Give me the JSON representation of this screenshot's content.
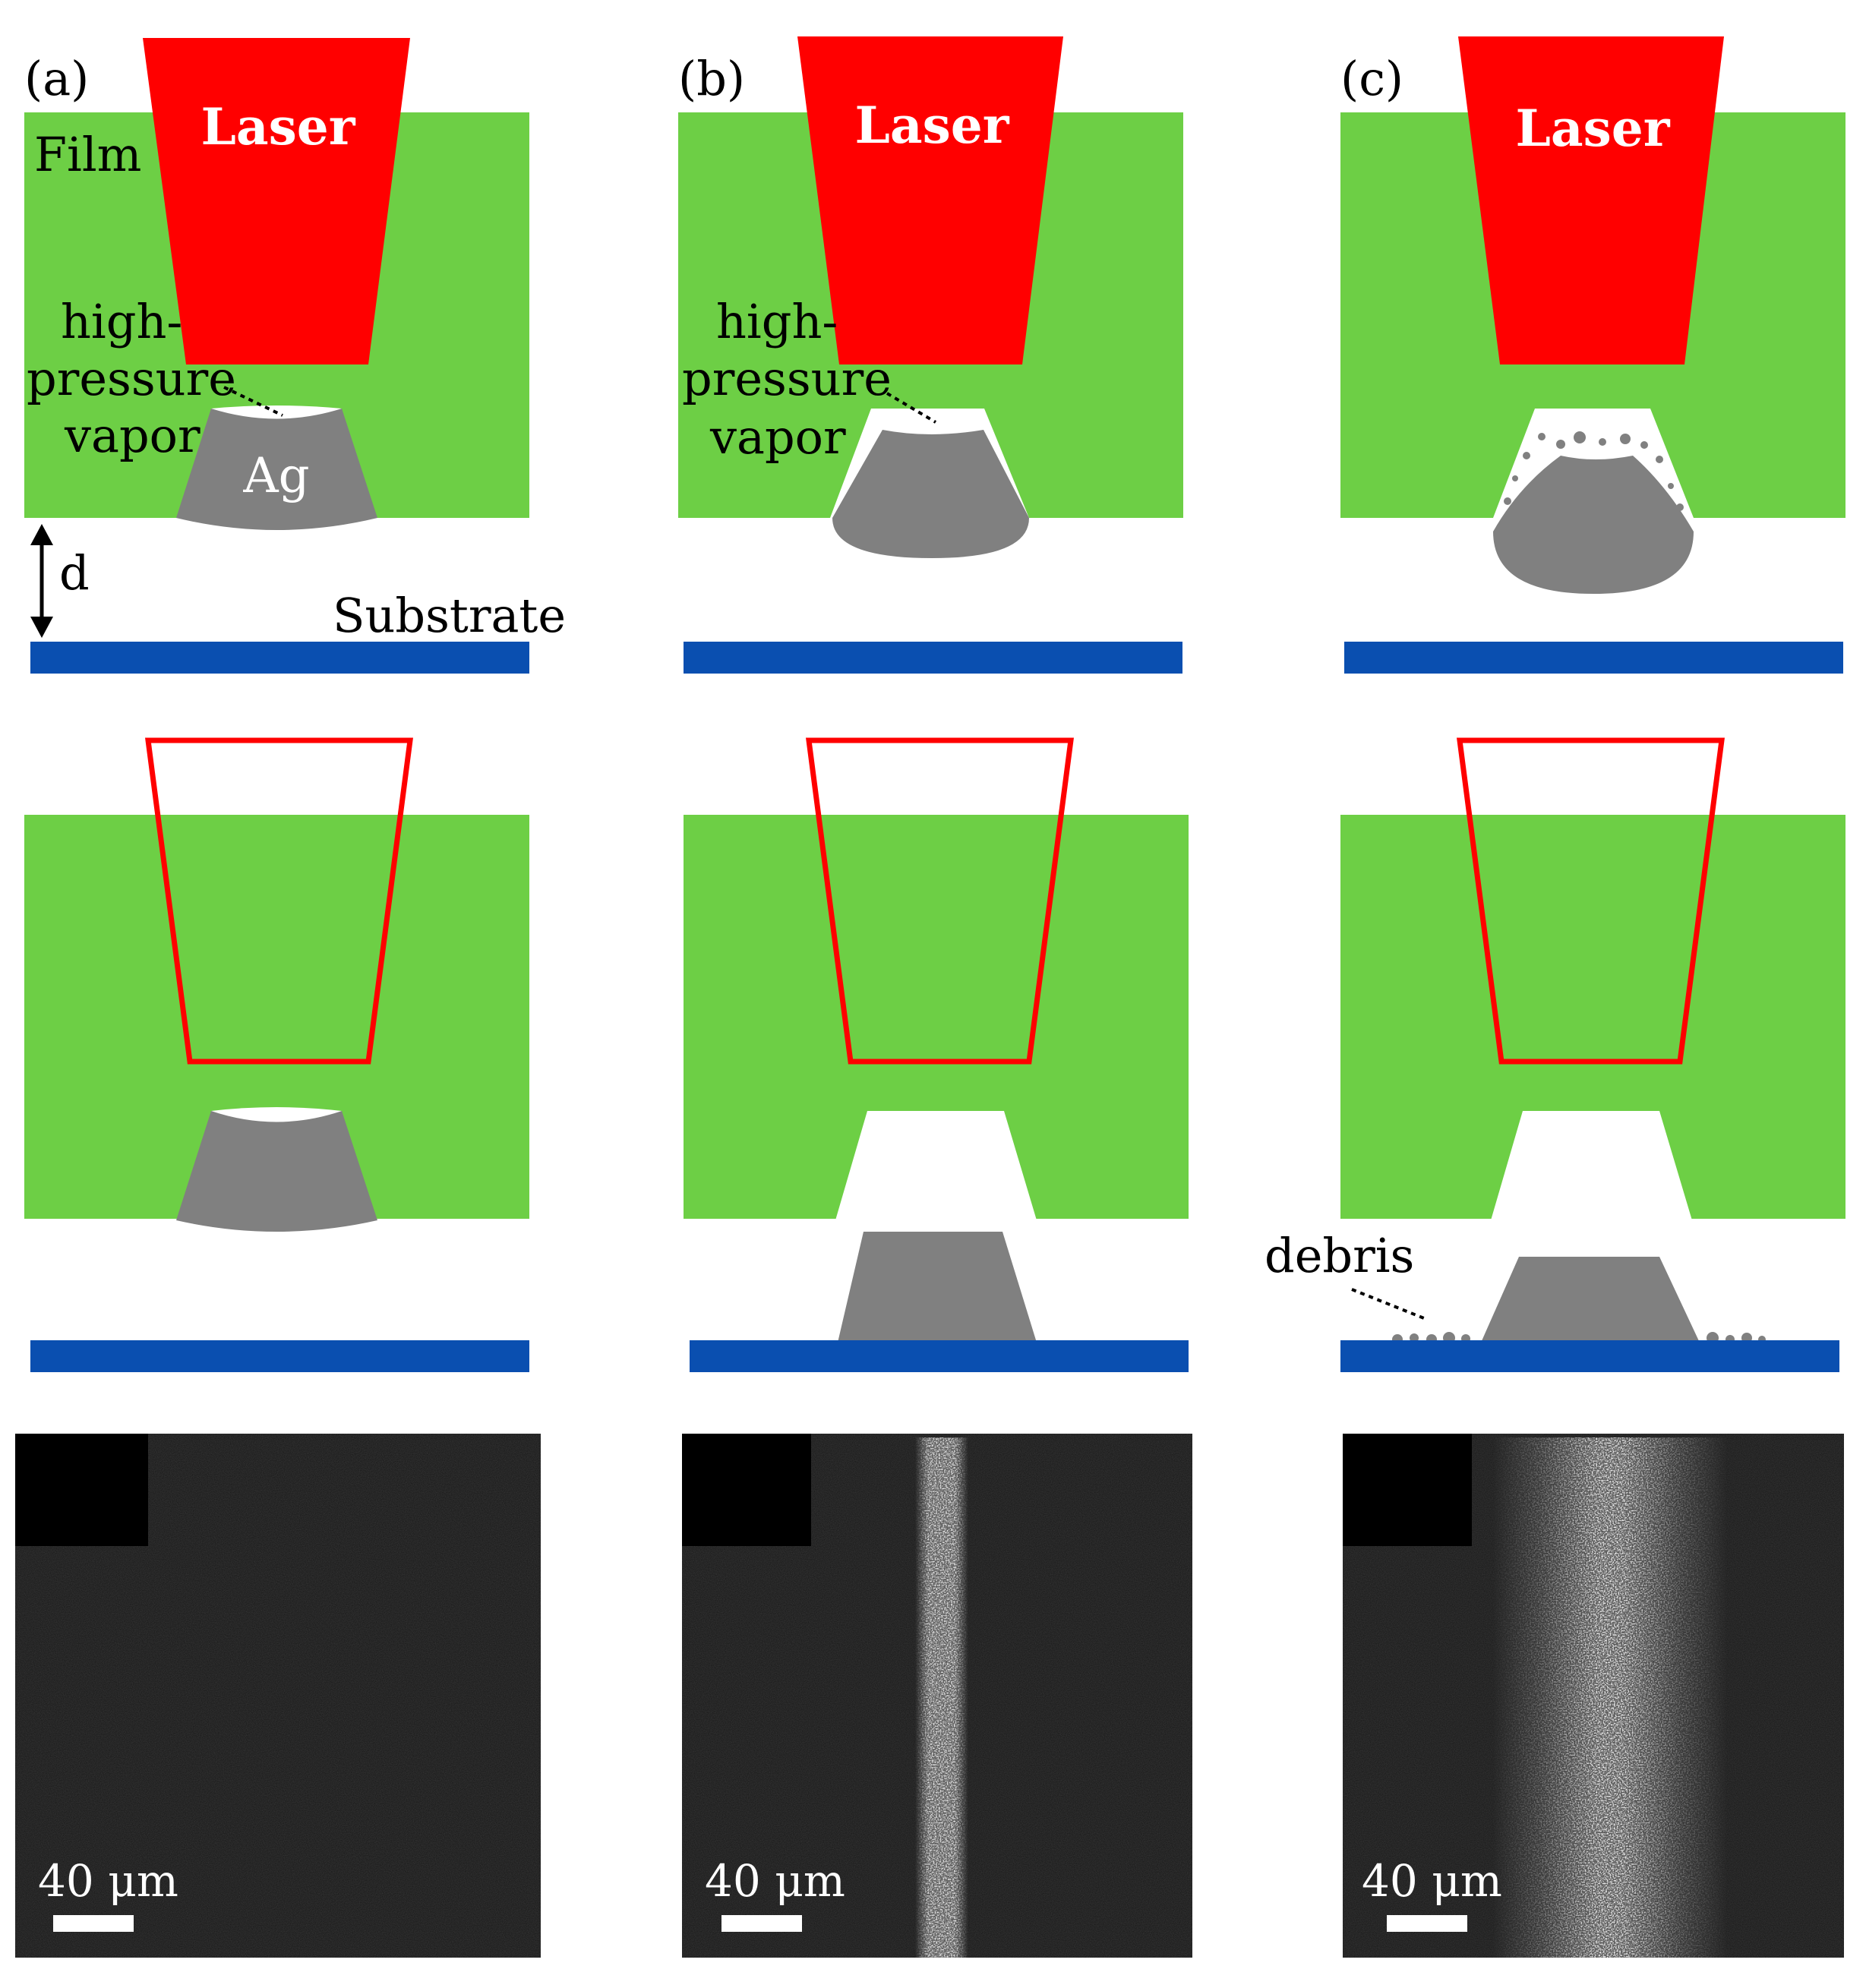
{
  "figure": {
    "panels": [
      {
        "id": "a",
        "label": "(a)",
        "laser_label": "Laser"
      },
      {
        "id": "b",
        "label": "(b)",
        "laser_label": "Laser"
      },
      {
        "id": "c",
        "label": "(c)",
        "laser_label": "Laser"
      }
    ],
    "annotations": {
      "film": "Film",
      "high": "high-",
      "pressure": "pressure",
      "vapor": "vapor",
      "ag": "Ag",
      "d": "d",
      "substrate": "Substrate",
      "debris": "debris"
    },
    "scale_bar": "40 μm",
    "colors": {
      "film": "#6dcf45",
      "laser": "#ff0000",
      "silver": "#808080",
      "substrate": "#0a4fb0",
      "micrograph_bg": "#151515"
    }
  }
}
